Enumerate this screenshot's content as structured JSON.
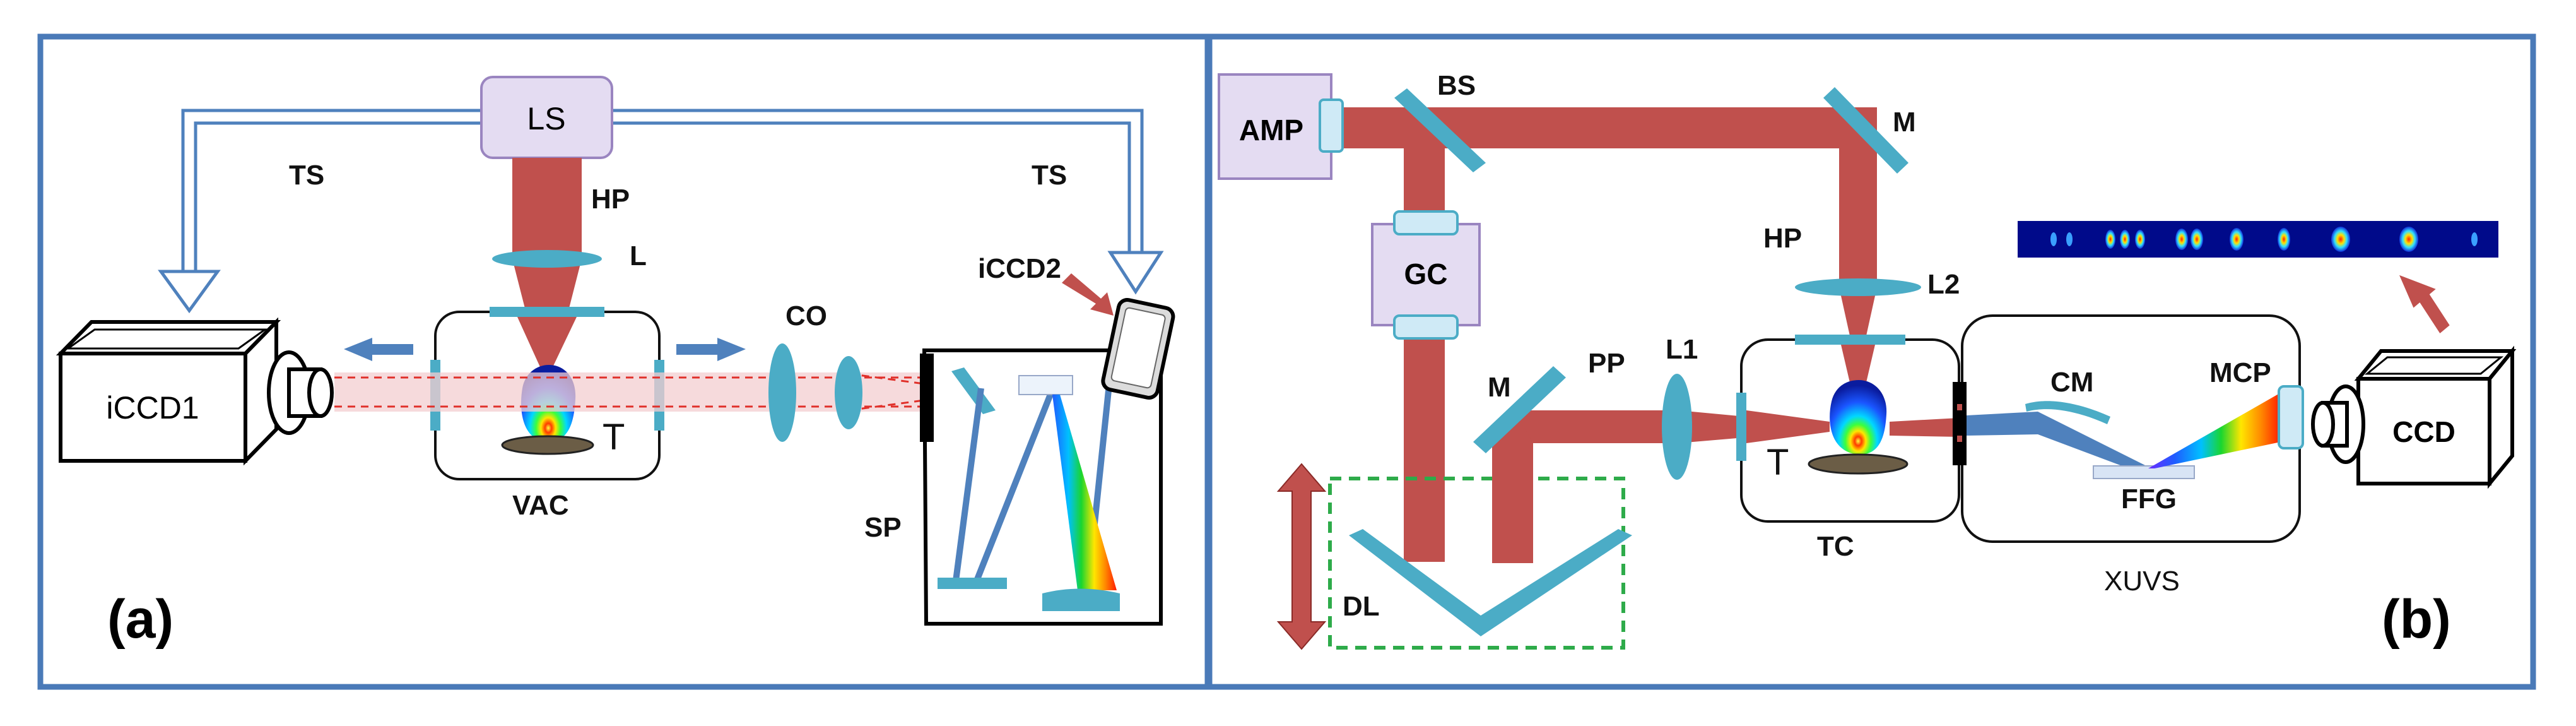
{
  "panel_a": {
    "tag": "(a)",
    "labels": {
      "ls": "LS",
      "ts_left": "TS",
      "ts_right": "TS",
      "hp": "HP",
      "l": "L",
      "co": "CO",
      "iccd1": "iCCD1",
      "iccd2": "iCCD2",
      "t": "T",
      "vac": "VAC",
      "sp": "SP"
    }
  },
  "panel_b": {
    "tag": "(b)",
    "labels": {
      "amp": "AMP",
      "bs": "BS",
      "m_top": "M",
      "gc": "GC",
      "hp": "HP",
      "l2": "L2",
      "m_mid": "M",
      "pp": "PP",
      "l1": "L1",
      "t": "T",
      "tc": "TC",
      "dl": "DL",
      "cm": "CM",
      "mcp": "MCP",
      "ccd": "CCD",
      "ffg": "FFG",
      "xuvs": "XUVS"
    }
  },
  "colors": {
    "frame": "#4a7ab8",
    "beam": "#c0504d",
    "optic": "#4bacc6",
    "box_fill": "#e4dcf2",
    "box_stroke": "#9a85c0",
    "arrow_blue": "#4f81bd",
    "delay_box": "#2eab4a"
  }
}
